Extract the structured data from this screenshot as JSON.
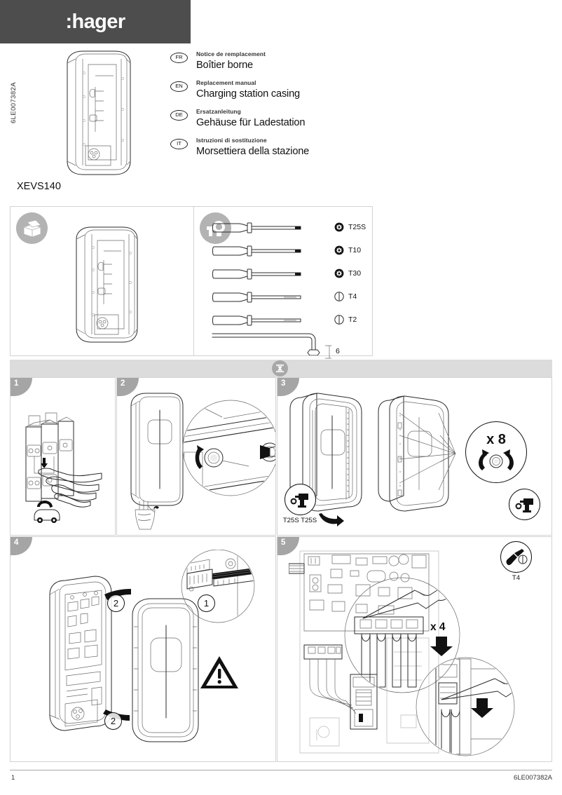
{
  "header": {
    "brand": "hager",
    "brand_bg": "#4d4d4d",
    "doc_code_vertical": "6LE007382A"
  },
  "titles": [
    {
      "code": "FR",
      "subtitle": "Notice de remplacement",
      "title": "Boîtier borne"
    },
    {
      "code": "EN",
      "subtitle": "Replacement manual",
      "title": "Charging station casing"
    },
    {
      "code": "DE",
      "subtitle": "Ersatzanleitung",
      "title": "Gehäuse für Ladestation"
    },
    {
      "code": "IT",
      "subtitle": "Istruzioni di sostituzione",
      "title": "Morsettiera della stazione"
    }
  ],
  "model_ref": "XEVS140",
  "supply": {
    "parts_icon": "open-box-icon",
    "tools_icon": "tools-wrench-hammer-icon",
    "tools": [
      {
        "type": "torx-screwdriver",
        "bit": "torx-bit-icon",
        "label": "T25S"
      },
      {
        "type": "torx-screwdriver",
        "bit": "torx-bit-icon",
        "label": "T10"
      },
      {
        "type": "torx-screwdriver",
        "bit": "torx-bit-icon",
        "label": "T30"
      },
      {
        "type": "flat-screwdriver",
        "bit": "flat-bit-icon",
        "label": "T4"
      },
      {
        "type": "flat-screwdriver",
        "bit": "flat-bit-icon",
        "label": "T2"
      },
      {
        "type": "hex-key",
        "bit": "hex-key-icon",
        "label": "6"
      }
    ]
  },
  "step_strip": {
    "icon": "disassembly-icon"
  },
  "steps": [
    {
      "number": "1",
      "name": "power-off-breaker",
      "annotations": []
    },
    {
      "number": "2",
      "name": "loosen-front-screws",
      "annotations": [
        {
          "kind": "tool-callout",
          "icon": "cordless-drill-torx-icon",
          "caption": "T25S T25S"
        }
      ]
    },
    {
      "number": "3",
      "name": "remove-cover-screws",
      "annotations": [
        {
          "kind": "count",
          "value": "x 8",
          "icon": "rotate-counterclockwise-screw-icon"
        },
        {
          "kind": "tool-callout",
          "icon": "cordless-drill-torx-icon",
          "caption": ""
        }
      ]
    },
    {
      "number": "4",
      "name": "open-casing-disconnect",
      "annotations": [
        {
          "kind": "circled-number",
          "value": "1"
        },
        {
          "kind": "circled-number",
          "value": "2"
        },
        {
          "kind": "circled-number",
          "value": "2"
        },
        {
          "kind": "warning",
          "icon": "warning-triangle-icon"
        }
      ]
    },
    {
      "number": "5",
      "name": "release-terminal-wires",
      "annotations": [
        {
          "kind": "count",
          "value": "x 4"
        },
        {
          "kind": "tool-callout",
          "icon": "flat-screwdriver-icon",
          "caption": "T4"
        }
      ]
    }
  ],
  "footer": {
    "page_number": "1",
    "doc_code": "6LE007382A"
  }
}
